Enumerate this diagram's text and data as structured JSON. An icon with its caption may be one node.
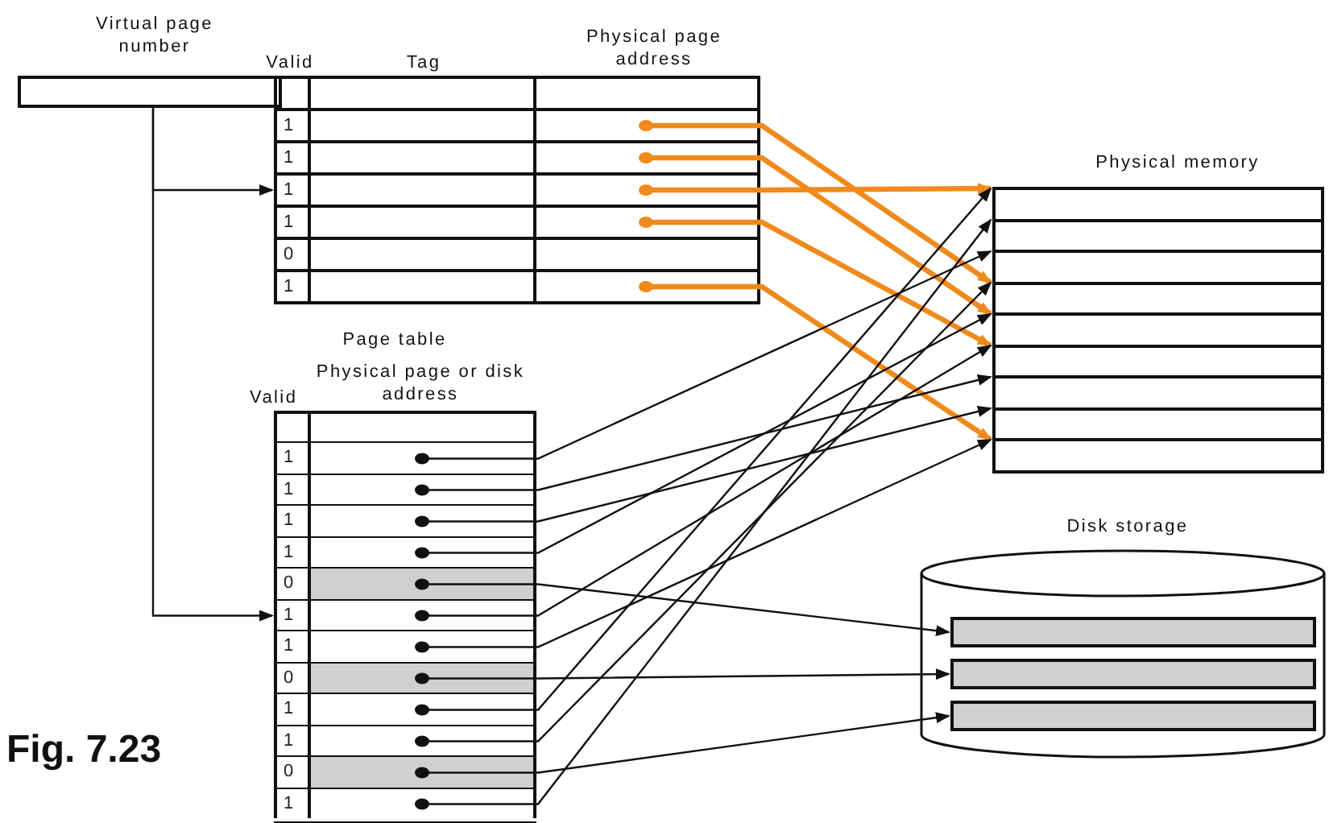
{
  "diagram": {
    "nodes": [
      {
        "text": [
          "Virtual page number"
        ]
      },
      {
        "text": [
          "Valid",
          "Tag",
          "Physical page address"
        ]
      },
      {
        "text": [
          "1"
        ],
        "in": 1
      },
      {
        "text": [
          "1"
        ],
        "in": 1
      },
      {
        "text": [
          "1"
        ],
        "in": 1
      },
      {
        "text": [
          "1"
        ],
        "in": 1
      },
      {
        "text": [
          "0"
        ],
        "in": 1
      },
      {
        "text": [
          "1"
        ],
        "in": 1
      },
      {
        "text": [
          "Physical memory"
        ]
      },
      {
        "text": [],
        "shape": "box",
        "in": 8
      },
      {
        "text": [],
        "shape": "box",
        "in": 8
      },
      {
        "text": [],
        "shape": "box",
        "in": 8
      },
      {
        "text": [],
        "shape": "box",
        "in": 8
      },
      {
        "text": [],
        "shape": "box",
        "in": 8
      },
      {
        "text": [],
        "shape": "box",
        "in": 8
      },
      {
        "text": [],
        "shape": "box",
        "in": 8
      },
      {
        "text": [],
        "shape": "box",
        "in": 8
      },
      {
        "text": [],
        "shape": "box",
        "in": 8
      },
      {
        "text": [
          "Page table",
          "Valid",
          "Physical page or disk address"
        ]
      },
      {
        "text": [
          "1"
        ],
        "in": 18
      },
      {
        "text": [
          "1"
        ],
        "in": 18
      },
      {
        "text": [
          "1"
        ],
        "in": 18
      },
      {
        "text": [
          "1"
        ],
        "in": 18
      },
      {
        "text": [
          "0"
        ],
        "in": 18
      },
      {
        "text": [
          "1"
        ],
        "in": 18
      },
      {
        "text": [
          "1"
        ],
        "in": 18
      },
      {
        "text": [
          "0"
        ],
        "in": 18
      },
      {
        "text": [
          "1"
        ],
        "in": 18
      },
      {
        "text": [
          "1"
        ],
        "in": 18
      },
      {
        "text": [
          "0"
        ],
        "in": 18
      },
      {
        "text": [
          "1"
        ],
        "in": 18
      },
      {
        "text": [
          "Disk storage"
        ]
      },
      {
        "text": [],
        "shape": "bar",
        "in": 31
      },
      {
        "text": [],
        "shape": "bar",
        "in": 31
      },
      {
        "text": [],
        "shape": "bar",
        "in": 31
      }
    ],
    "edges": [
      {
        "from": 0,
        "to": 4,
        "arrow": "to"
      },
      {
        "from": 0,
        "to": 24,
        "arrow": "to"
      },
      {
        "from": 2,
        "to": 12,
        "arrow": "to",
        "style": "thick",
        "color": "#f08a1c"
      },
      {
        "from": 3,
        "to": 13,
        "arrow": "to",
        "style": "thick",
        "color": "#f08a1c"
      },
      {
        "from": 4,
        "to": 9,
        "arrow": "to",
        "style": "thick",
        "color": "#f08a1c"
      },
      {
        "from": 5,
        "to": 14,
        "arrow": "to",
        "style": "thick",
        "color": "#f08a1c"
      },
      {
        "from": 7,
        "to": 17,
        "arrow": "to",
        "style": "thick",
        "color": "#f08a1c"
      },
      {
        "from": 19,
        "to": 11,
        "arrow": "to"
      },
      {
        "from": 20,
        "to": 15,
        "arrow": "to"
      },
      {
        "from": 21,
        "to": 16,
        "arrow": "to"
      },
      {
        "from": 22,
        "to": 13,
        "arrow": "to"
      },
      {
        "from": 23,
        "to": 32,
        "arrow": "to"
      },
      {
        "from": 24,
        "to": 14,
        "arrow": "to"
      },
      {
        "from": 25,
        "to": 17,
        "arrow": "to"
      },
      {
        "from": 26,
        "to": 33,
        "arrow": "to"
      },
      {
        "from": 27,
        "to": 9,
        "arrow": "to"
      },
      {
        "from": 28,
        "to": 12,
        "arrow": "to"
      },
      {
        "from": 29,
        "to": 34,
        "arrow": "to"
      },
      {
        "from": 30,
        "to": 10,
        "arrow": "to"
      }
    ],
    "labels": [
      "Fig. 7.23"
    ]
  }
}
